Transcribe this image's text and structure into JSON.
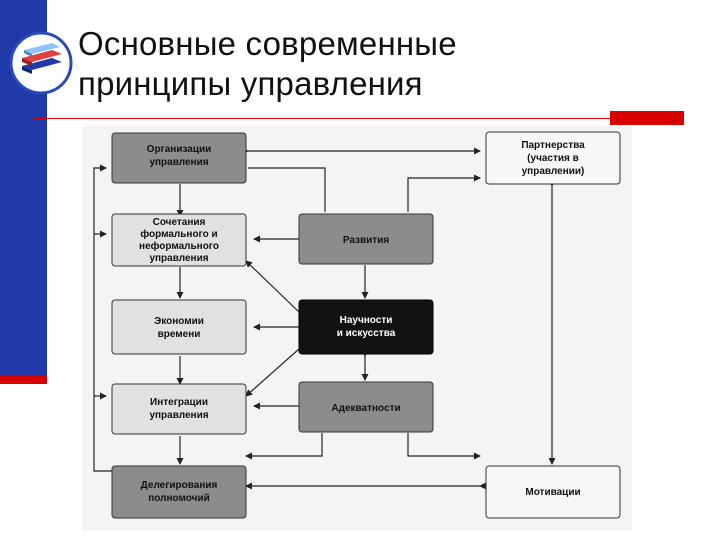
{
  "slide": {
    "title_line1": "Основные современные",
    "title_line2": "принципы управления"
  },
  "colors": {
    "accent_blue": "#1f3aa8",
    "accent_red": "#d80000",
    "box_dark": "#8c8c8c",
    "box_light": "#e1e1e1",
    "box_black": "#121212",
    "box_white": "#f7f7f7"
  },
  "icons": {
    "logo": "stacked-books-logo-icon"
  },
  "diagram": {
    "organizatsii": [
      "Организации",
      "управления"
    ],
    "sochetaniya": [
      "Сочетания",
      "формального и",
      "неформального",
      "управления"
    ],
    "ekonomii": [
      "Экономии",
      "времени"
    ],
    "integratsii": [
      "Интеграции",
      "управления"
    ],
    "delegirovaniya": [
      "Делегирования",
      "полномочий"
    ],
    "razvitiya": [
      "Развития"
    ],
    "nauchnosti": [
      "Научности",
      "и искусства"
    ],
    "adekvatnosti": [
      "Адекватности"
    ],
    "partnerstva": [
      "Партнерства",
      "(участия в",
      "управлении)"
    ],
    "motivatsii": [
      "Мотивации"
    ]
  }
}
